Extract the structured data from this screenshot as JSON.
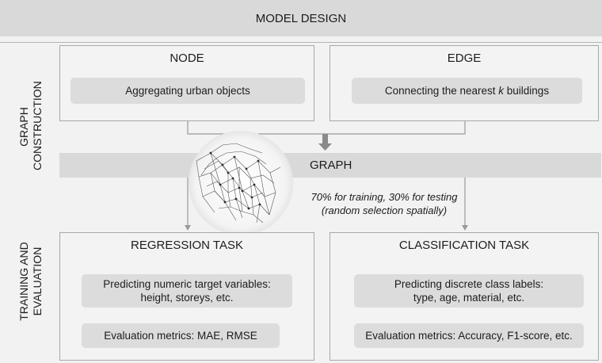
{
  "header": {
    "title": "MODEL DESIGN"
  },
  "side_labels": {
    "graph_construction": [
      "GRAPH",
      "CONSTRUCTION"
    ],
    "training_evaluation": [
      "TRAINING AND",
      "EVALUATION"
    ]
  },
  "node_panel": {
    "title": "NODE",
    "item": "Aggregating urban objects"
  },
  "edge_panel": {
    "title": "EDGE",
    "item_prefix": "Connecting the nearest ",
    "item_var": "k",
    "item_suffix": " buildings"
  },
  "graph_band": {
    "title": "GRAPH"
  },
  "split_note": {
    "line1": "70% for training, 30% for testing",
    "line2": "(random selection spatially)"
  },
  "regression_panel": {
    "title": "REGRESSION TASK",
    "item1_line1": "Predicting numeric target variables:",
    "item1_line2": "height, storeys, etc.",
    "item2": "Evaluation metrics: MAE, RMSE"
  },
  "classification_panel": {
    "title": "CLASSIFICATION TASK",
    "item1_line1": "Predicting discrete class labels:",
    "item1_line2": "type, age, material, etc.",
    "item2": "Evaluation metrics: Accuracy, F1-score, etc."
  },
  "colors": {
    "band": "#d9d9d9",
    "chip": "#dcdcdc",
    "border": "#a8a8a8",
    "background": "#f2f2f2"
  }
}
